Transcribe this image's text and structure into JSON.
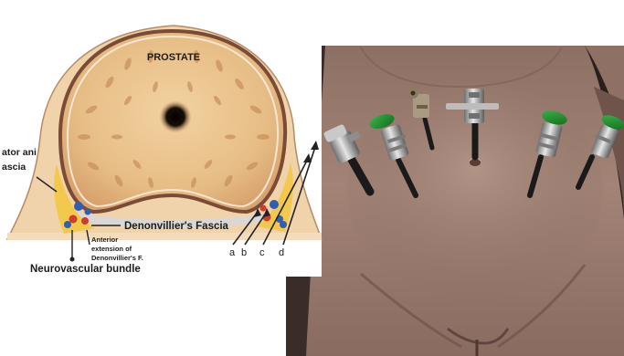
{
  "anatomy_diagram": {
    "organ_title": "PROSTATE",
    "left_label_line1": "ator ani",
    "left_label_line2": "ascia",
    "fascia_label": "Denonvillier's Fascia",
    "extension_line1": "Anterior",
    "extension_line2": "extension of",
    "extension_line3": "Denonvillier's F.",
    "bundle_label": "Neurovascular bundle",
    "pointer_letters": [
      "a",
      "b",
      "c",
      "d"
    ]
  },
  "surgical_render": {
    "ports": [
      {
        "name": "left-lateral-port",
        "cap_color": "#b9b9b9"
      },
      {
        "name": "left-green-port",
        "cap_color": "#1f8a2b"
      },
      {
        "name": "camera-port-small",
        "cap_color": "#8c7b62"
      },
      {
        "name": "camera-port-center",
        "cap_color": "#9a9a9a"
      },
      {
        "name": "right-green-port",
        "cap_color": "#1f8a2b"
      },
      {
        "name": "right-lateral-green-port",
        "cap_color": "#1f8a2b"
      }
    ]
  }
}
